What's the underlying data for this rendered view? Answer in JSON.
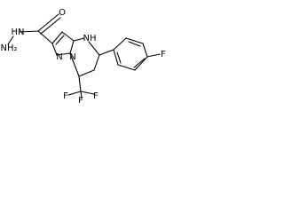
{
  "molecule": {
    "labels": {
      "hydrazide_nh": "HN",
      "hydrazide_nh2": "NH₂",
      "carbonyl_o": "O",
      "ring_n1": "N",
      "ring_n2": "N",
      "amine_nh": "NH",
      "fluoro_f": "F",
      "cf3_f1": "F",
      "cf3_f2": "F",
      "cf3_f3": "F"
    }
  }
}
